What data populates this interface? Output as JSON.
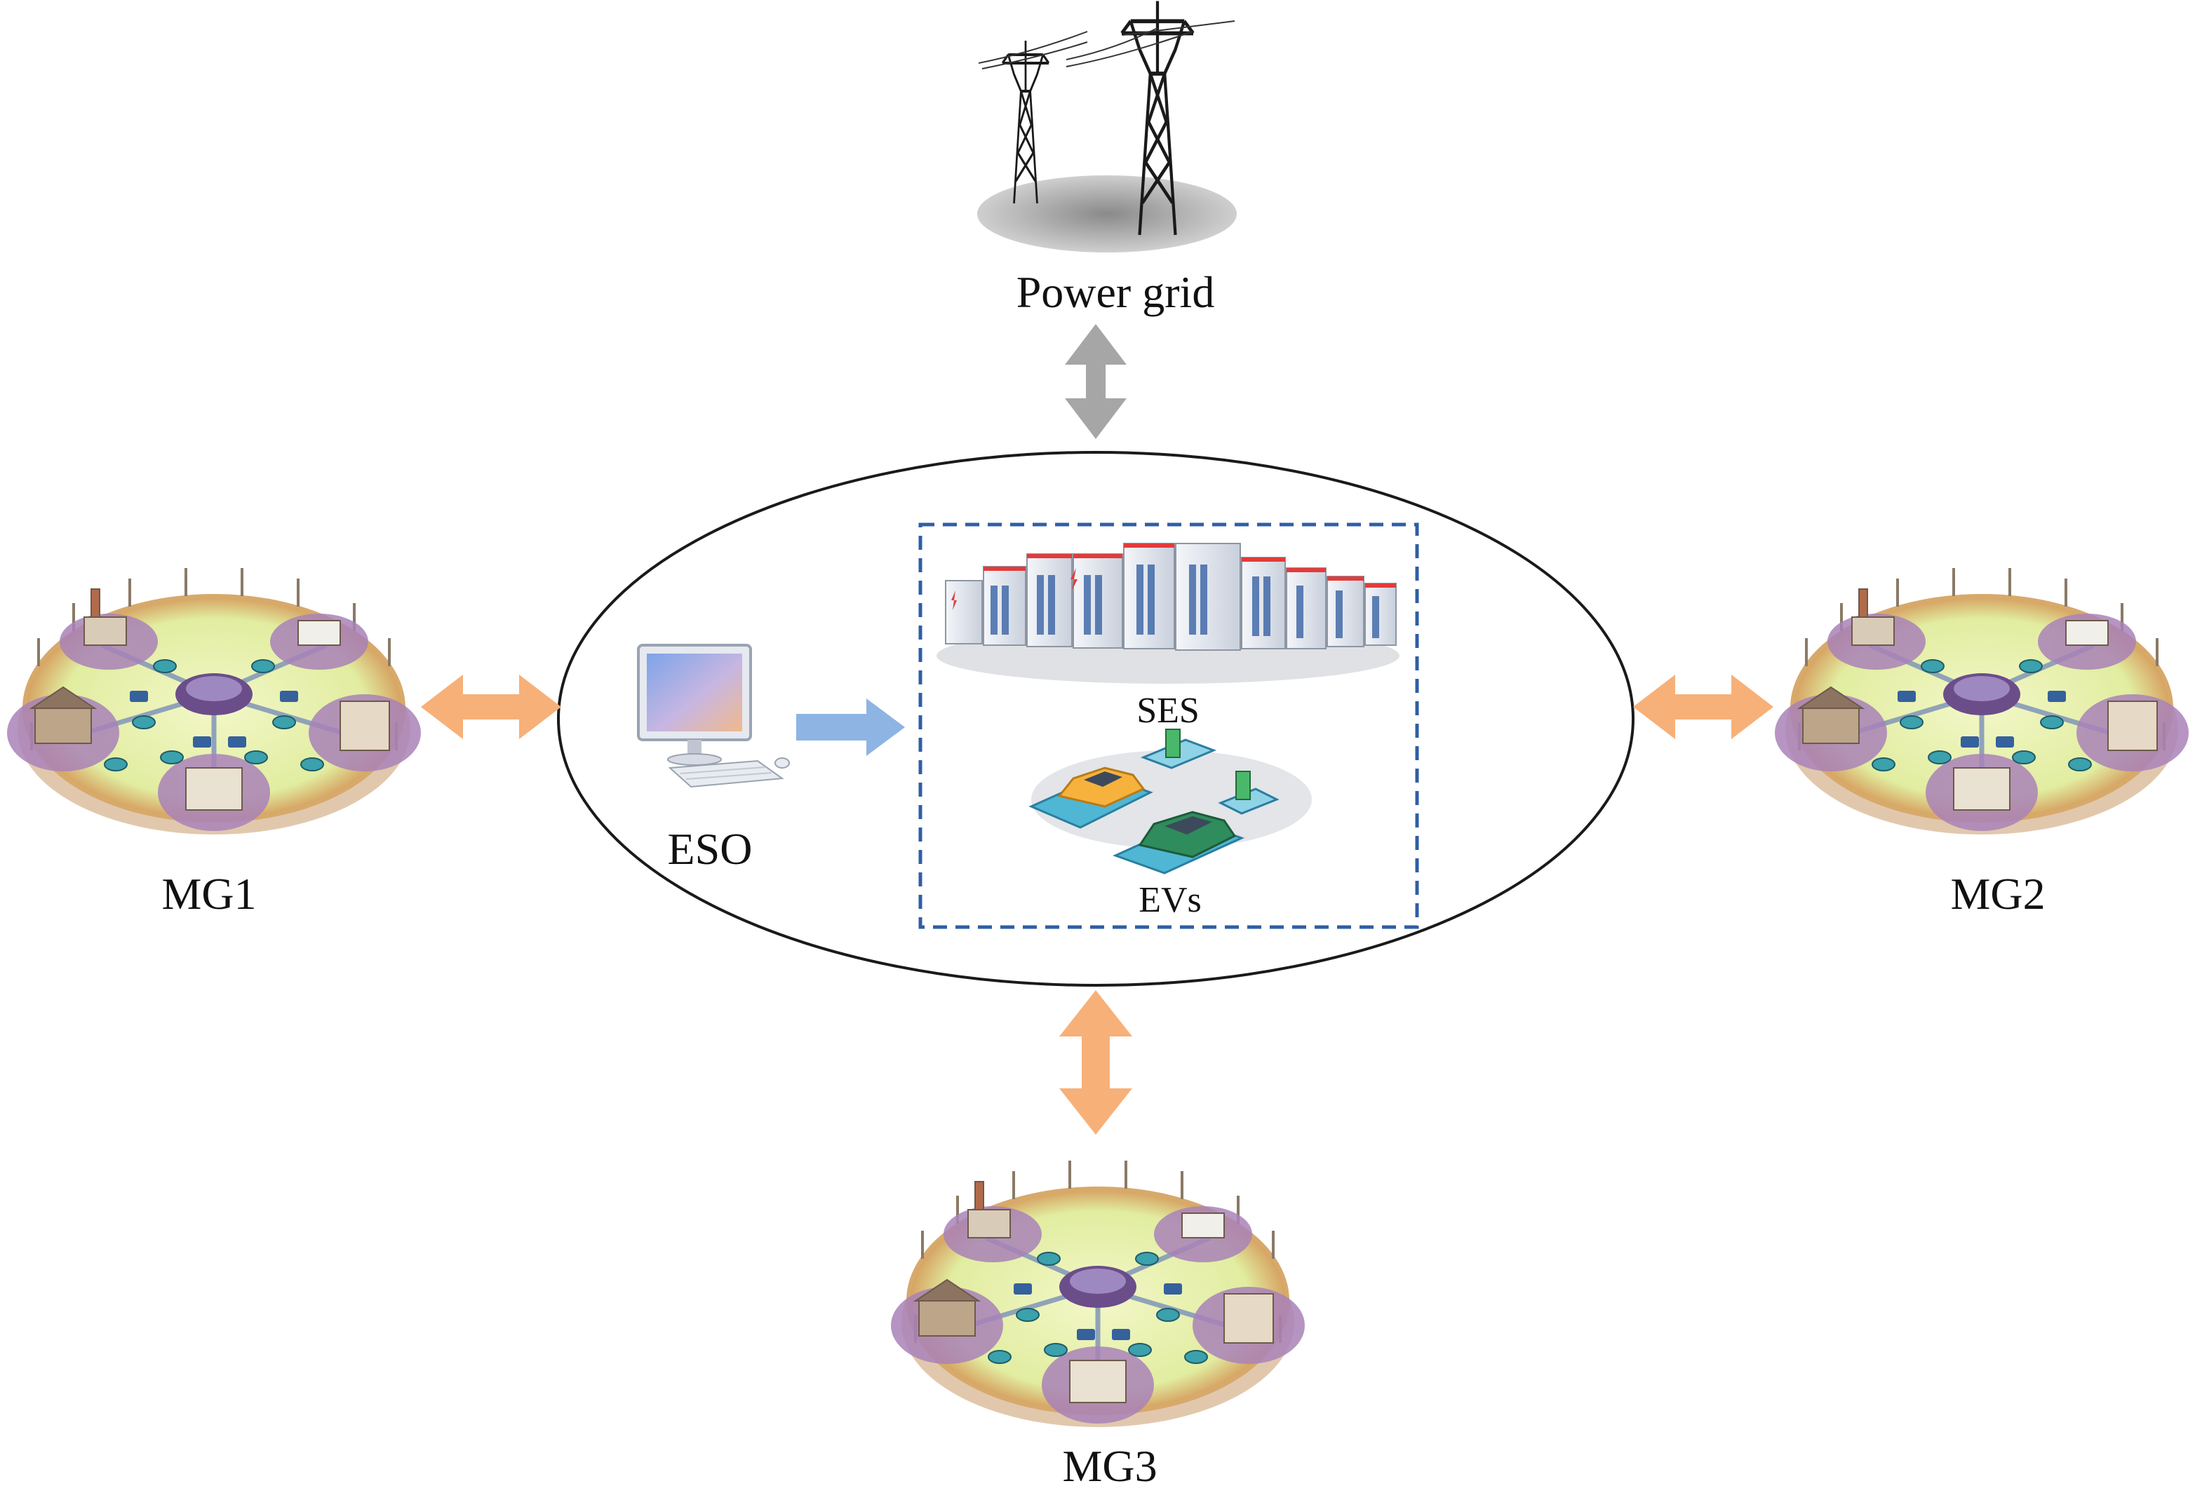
{
  "labels": {
    "power_grid": "Power grid",
    "eso": "ESO",
    "ses": "SES",
    "evs": "EVs",
    "mg1": "MG1",
    "mg2": "MG2",
    "mg3": "MG3"
  },
  "icons": {
    "power_grid": "transmission-tower-icon",
    "eso": "computer-icon",
    "ses": "battery-storage-icon",
    "evs": "electric-vehicle-icon",
    "microgrid": "microgrid-community-icon"
  },
  "colors": {
    "grid_arrow": "#a6a6a6",
    "mg_arrow": "#f7b078",
    "eso_arrow": "#8eb4e3",
    "dashed_box": "#2e5fa6",
    "ellipse": "#1a1a1a"
  }
}
